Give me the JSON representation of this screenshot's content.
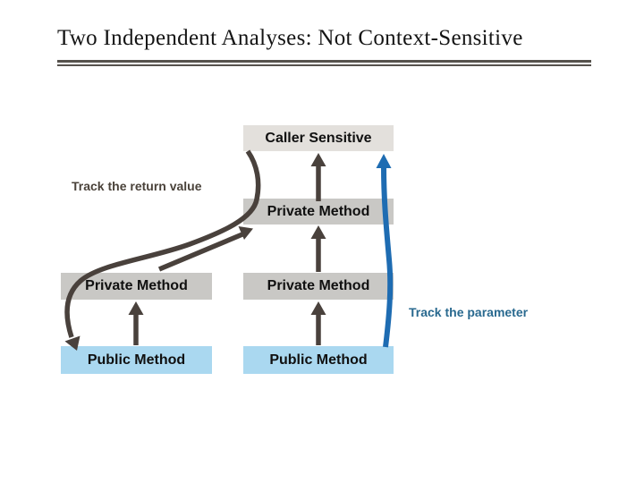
{
  "slide": {
    "title": "Two Independent Analyses: Not Context-Sensitive"
  },
  "annotations": {
    "track_return": "Track the return value",
    "track_parameter": "Track the parameter"
  },
  "diagram": {
    "boxes": [
      {
        "id": "caller-sensitive",
        "label": "Caller Sensitive"
      },
      {
        "id": "private-method-top",
        "label": "Private Method"
      },
      {
        "id": "private-method-left",
        "label": "Private Method"
      },
      {
        "id": "private-method-mid",
        "label": "Private Method"
      },
      {
        "id": "public-method-left",
        "label": "Public Method"
      },
      {
        "id": "public-method-mid",
        "label": "Public Method"
      }
    ]
  },
  "colors": {
    "title_text": "#141414",
    "rule": "#56524d",
    "caller_box_bg": "#e3e0dc",
    "private_box_bg": "#c9c8c5",
    "public_box_bg": "#aad8f0",
    "box_text": "#101010",
    "dark_arrow": "#49413c",
    "blue_arrow": "#1e6cb2",
    "track_return_text": "#4a423a",
    "track_parameter_text": "#29698f"
  }
}
